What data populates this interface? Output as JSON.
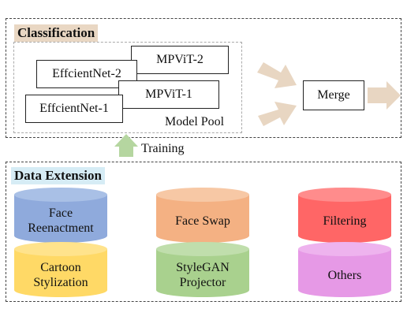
{
  "classification": {
    "title": "Classification",
    "title_bg": "#e9d7c3",
    "models": {
      "mpvit2": "MPViT-2",
      "effnet2": "EffcientNet-2",
      "mpvit1": "MPViT-1",
      "effnet1": "EffcientNet-1"
    },
    "pool_label": "Model Pool",
    "merge": "Merge",
    "arrow_color": "#e8d6c2"
  },
  "training": {
    "label": "Training",
    "arrow_color": "#b5d6a0"
  },
  "data_extension": {
    "title": "Data Extension",
    "title_bg": "#d6ecf5",
    "items": [
      {
        "label": "Face\nReenactment",
        "color": "#8faadc",
        "top": "#a9c0e6"
      },
      {
        "label": "Face Swap",
        "color": "#f4b183",
        "top": "#f7c8a5"
      },
      {
        "label": "Filtering",
        "color": "#ff6666",
        "top": "#ff8c8c"
      },
      {
        "label": "Cartoon\nStylization",
        "color": "#ffd966",
        "top": "#ffe38c"
      },
      {
        "label": "StyleGAN\nProjector",
        "color": "#a9d18e",
        "top": "#c0deac"
      },
      {
        "label": "Others",
        "color": "#e699e6",
        "top": "#eeb3ee"
      }
    ]
  }
}
